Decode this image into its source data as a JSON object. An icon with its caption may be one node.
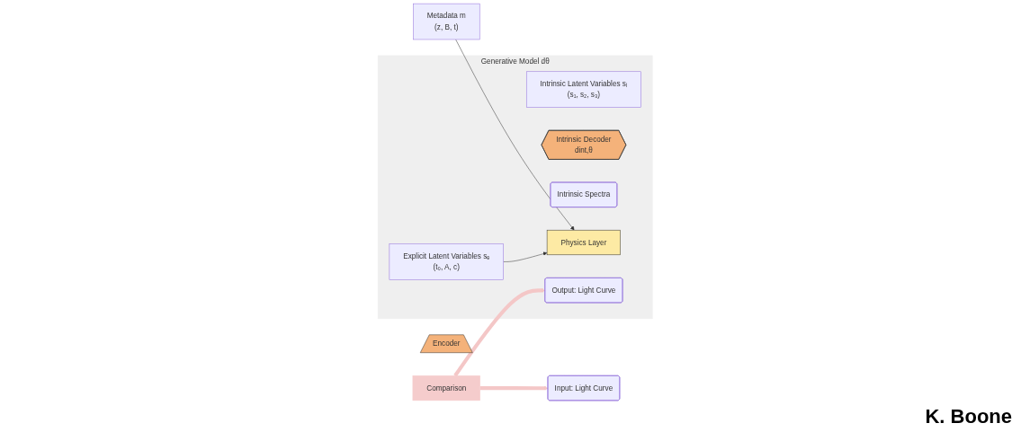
{
  "diagram": {
    "nodes": [
      {
        "text": [
          "Metadata m",
          "(z, B, t)"
        ]
      },
      {
        "text": [
          "Input: Light Curve"
        ]
      },
      {
        "text": [
          "Encoder"
        ]
      },
      {
        "text": [
          "Generative Model dθ"
        ]
      },
      {
        "text": [
          "Explicit Latent Variables sₑ",
          "(t₀, A, c)"
        ],
        "in": 3
      },
      {
        "text": [
          "Intrinsic Latent Variables sᵢ",
          "(s₁, s₂, s₃)"
        ],
        "in": 3
      },
      {
        "text": [
          "Intrinsic Decoder",
          "dint,θ"
        ],
        "in": 3
      },
      {
        "text": [
          "Intrinsic Spectra"
        ],
        "in": 3
      },
      {
        "text": [
          "Physics Layer"
        ],
        "in": 3
      },
      {
        "text": [
          "Output: Light Curve"
        ],
        "in": 3
      },
      {
        "text": [
          "Comparison"
        ]
      }
    ],
    "edges": [
      {
        "from": 0,
        "to": 8,
        "arrow": "to"
      },
      {
        "from": 4,
        "to": 8,
        "arrow": "to"
      },
      {
        "from": 10,
        "to": 1,
        "arrow": "to",
        "style": "thick",
        "color": "#f4c7c7"
      },
      {
        "from": 10,
        "to": 9,
        "arrow": "to",
        "style": "thick",
        "color": "#f4c7c7"
      }
    ],
    "labels": [
      "K. Boone"
    ]
  }
}
